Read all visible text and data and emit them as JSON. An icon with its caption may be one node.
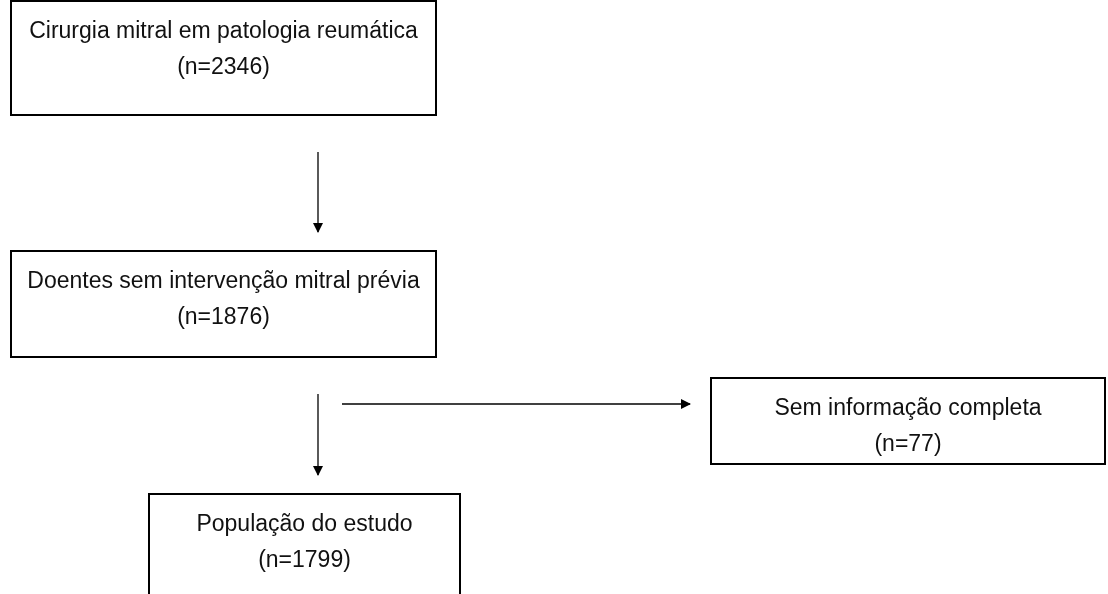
{
  "diagram": {
    "nodes": [
      {
        "text": [
          "Cirurgia mitral em patologia reumática",
          "(n=2346)"
        ]
      },
      {
        "text": [
          "Doentes sem intervenção mitral prévia",
          "(n=1876)"
        ]
      },
      {
        "text": [
          "Sem informação completa",
          "(n=77)"
        ]
      },
      {
        "text": [
          "População do estudo",
          "(n=1799)"
        ]
      }
    ],
    "edges": [
      {
        "from": 0,
        "to": 1,
        "arrow": "to"
      },
      {
        "from": 1,
        "to": 3,
        "arrow": "to"
      },
      {
        "from": null,
        "to": 2,
        "arrow": "to"
      }
    ]
  }
}
